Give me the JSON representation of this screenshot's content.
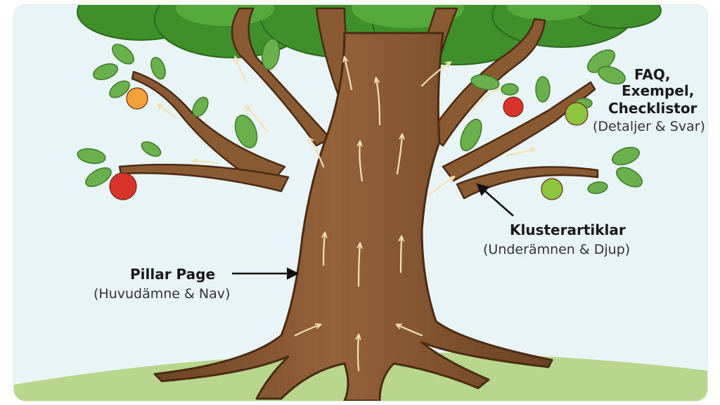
{
  "labels": {
    "pillar": {
      "title": "Pillar Page",
      "subtitle": "(Huvudämne & Nav)"
    },
    "cluster": {
      "title": "Klusterartiklar",
      "subtitle": "(Underämnen & Djup)"
    },
    "leaves": {
      "title_lines": [
        "FAQ,",
        "Exempel,",
        "Checklistor"
      ],
      "subtitle": "(Detaljer & Svar)"
    }
  },
  "colors": {
    "sky": "#e9f4f7",
    "ground": "#b8d68c",
    "trunk": "#8a5a33",
    "trunk_outline": "#4a2c14",
    "canopy": "#3f8f2a",
    "leaf": "#6ab04c",
    "flow_arrow": "#f3e2b3",
    "red_apple": "#d9342b",
    "orange_apple": "#f2a23a",
    "green_apple": "#8cc63f"
  },
  "icons": {
    "flow_arrows": "arrow-up-icon",
    "pointer_arrows": "arrow-right-icon"
  }
}
